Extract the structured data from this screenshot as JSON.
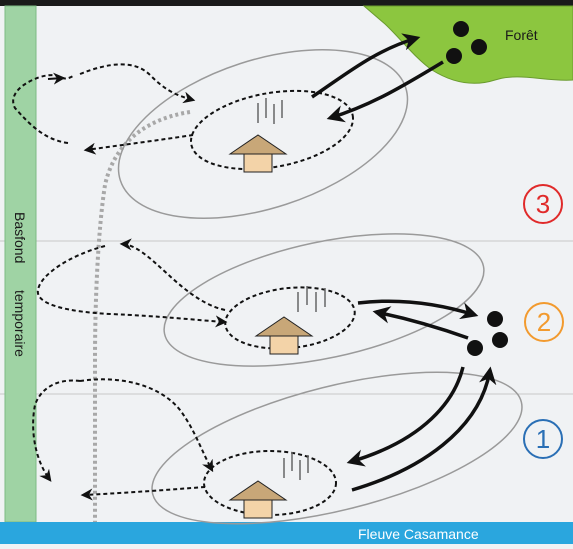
{
  "labels": {
    "forest": "Forêt",
    "lowland": "Basfond",
    "temporary": "temporaire",
    "river": "Fleuve Casamance"
  },
  "zones": [
    {
      "number": "3",
      "color": "#e02a2a"
    },
    {
      "number": "2",
      "color": "#f29a2e"
    },
    {
      "number": "1",
      "color": "#2a6fb5"
    }
  ],
  "colors": {
    "background": "#f0f2f4",
    "forest": "#8cc63f",
    "lowland_strip": "#9fd3a4",
    "river": "#2aa6de",
    "header_bar": "#1a1a1a",
    "hut_wall": "#f3d3a8",
    "hut_roof": "#c8a778"
  },
  "icons": [
    "hut-icon",
    "crop-stalks-icon",
    "herd-dots-icon",
    "flow-arrow"
  ]
}
